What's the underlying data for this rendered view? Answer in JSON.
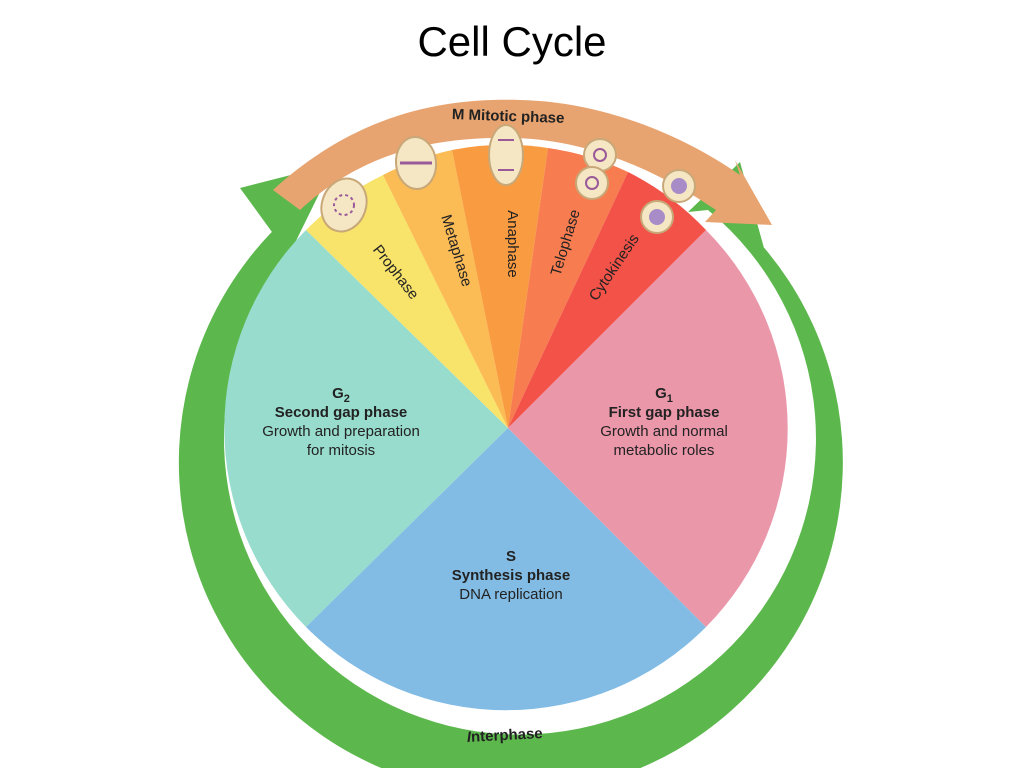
{
  "title": "Cell Cycle",
  "mitotic_arc": {
    "label": "M Mitotic phase",
    "color": "#e8a470"
  },
  "interphase": {
    "label_italic": "I",
    "label_rest": "nterphase",
    "color": "#5cb84c"
  },
  "mitosis_stages": [
    {
      "label": "Prophase",
      "color": "#f8e46a"
    },
    {
      "label": "Metaphase",
      "color": "#fbbb55"
    },
    {
      "label": "Anaphase",
      "color": "#f99b40"
    },
    {
      "label": "Telophase",
      "color": "#f77c50"
    },
    {
      "label": "Cytokinesis",
      "color": "#f35248"
    }
  ],
  "phases": {
    "g1": {
      "symbol": "G",
      "subscript": "1",
      "name": "First gap phase",
      "desc_line1": "Growth and normal",
      "desc_line2": "metabolic roles",
      "color": "#ea97aa"
    },
    "s": {
      "symbol": "S",
      "name": "Synthesis phase",
      "desc_line1": "DNA replication",
      "color": "#82bce4"
    },
    "g2": {
      "symbol": "G",
      "subscript": "2",
      "name": "Second gap phase",
      "desc_line1": "Growth and preparation",
      "desc_line2": "for mitosis",
      "color": "#98dcce"
    }
  }
}
